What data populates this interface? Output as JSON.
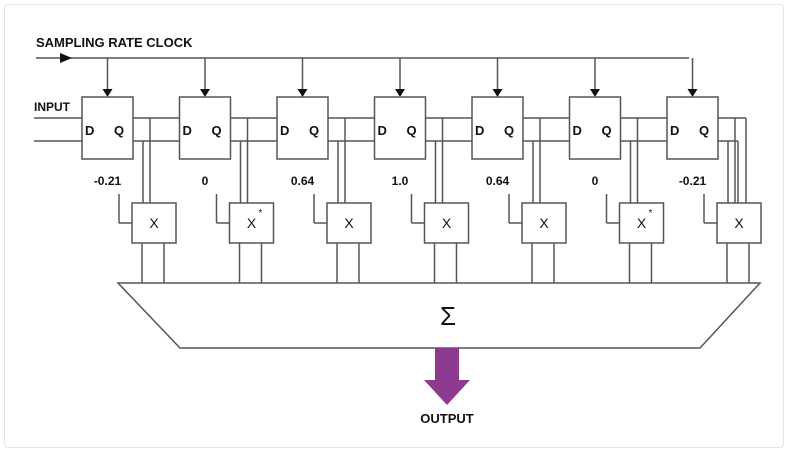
{
  "diagram": {
    "clock_label": "SAMPLING RATE CLOCK",
    "input_label": "INPUT",
    "output_label": "OUTPUT",
    "sum_symbol": "Σ",
    "register_d_label": "D",
    "register_q_label": "Q",
    "taps": [
      {
        "coefficient": "-0.21",
        "multiplier_label": "X",
        "conjugate": false
      },
      {
        "coefficient": "0",
        "multiplier_label": "X",
        "conjugate": true
      },
      {
        "coefficient": "0.64",
        "multiplier_label": "X",
        "conjugate": false
      },
      {
        "coefficient": "1.0",
        "multiplier_label": "X",
        "conjugate": false
      },
      {
        "coefficient": "0.64",
        "multiplier_label": "X",
        "conjugate": false
      },
      {
        "coefficient": "0",
        "multiplier_label": "X",
        "conjugate": true
      },
      {
        "coefficient": "-0.21",
        "multiplier_label": "X",
        "conjugate": false
      }
    ],
    "colors": {
      "wire": "#555555",
      "text": "#111111",
      "output_arrow": "#8e3a8e"
    }
  }
}
